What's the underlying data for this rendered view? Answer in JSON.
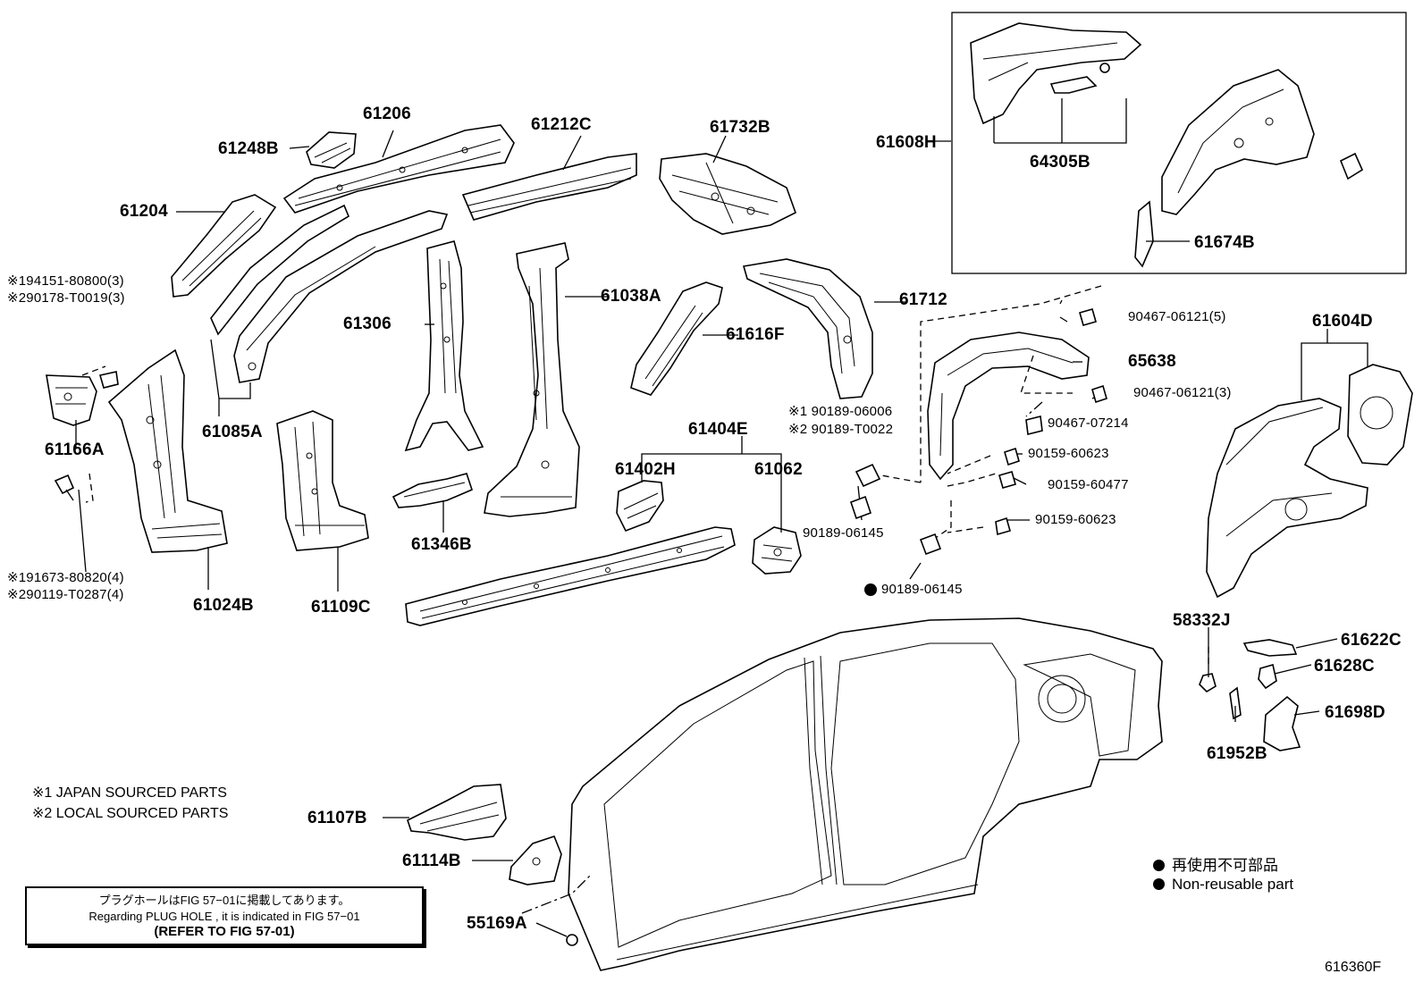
{
  "parts": {
    "p61206": "61206",
    "p61248B": "61248B",
    "p61212C": "61212C",
    "p61732B": "61732B",
    "p61608H": "61608H",
    "p64305B": "64305B",
    "p61674B": "61674B",
    "p61204": "61204",
    "p61038A": "61038A",
    "p61712": "61712",
    "p61306": "61306",
    "p61616F": "61616F",
    "p61166A": "61166A",
    "p61085A": "61085A",
    "p61404E": "61404E",
    "p61402H": "61402H",
    "p61062": "61062",
    "p61346B": "61346B",
    "p61024B": "61024B",
    "p61109C": "61109C",
    "p65638": "65638",
    "p61604D": "61604D",
    "p58332J": "58332J",
    "p61622C": "61622C",
    "p61628C": "61628C",
    "p61698D": "61698D",
    "p61952B": "61952B",
    "p61107B": "61107B",
    "p61114B": "61114B",
    "p55169A": "55169A"
  },
  "fasteners": {
    "f1": "※194151-80800(3)",
    "f2": "※290178-T0019(3)",
    "f3": "※191673-80820(4)",
    "f4": "※290119-T0287(4)",
    "f5": "90467-06121(5)",
    "f6": "90467-06121(3)",
    "f7": "90467-07214",
    "f8": "※1 90189-06006",
    "f9": "※2 90189-T0022",
    "f10": "90159-60623",
    "f11": "90159-60477",
    "f12": "90159-60623",
    "f13": "90189-06145",
    "f14": "90189-06145"
  },
  "notes": {
    "japan": "※1 JAPAN SOURCED PARTS",
    "local": "※2 LOCAL SOURCED PARTS"
  },
  "plug_box": {
    "jp": "プラグホールはFIG 57−01に掲載してあります。",
    "en": "Regarding  PLUG  HOLE , it is indicated in  FIG  57−01",
    "ref": "(REFER TO FIG 57-01)"
  },
  "legend": {
    "jp": "再使用不可部品",
    "en": "Non-reusable part"
  },
  "figure_code": "616360F"
}
